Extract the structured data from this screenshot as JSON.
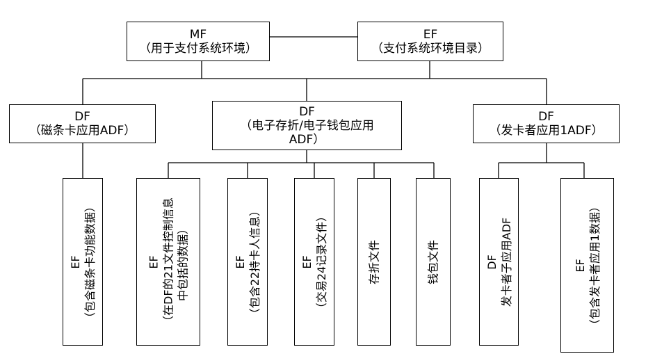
{
  "top": {
    "mf": {
      "line1": "MF",
      "line2": "（用于支付系统环境）"
    },
    "ef": {
      "line1": "EF",
      "line2": "（支付系统环境目录）"
    }
  },
  "mid": {
    "df_left": {
      "line1": "DF",
      "line2": "（磁条卡应用ADF）"
    },
    "df_center": {
      "line1": "DF",
      "line2": "（电子存折/电子钱包应用",
      "line3": "ADF）"
    },
    "df_right": {
      "line1": "DF",
      "line2": "（发卡者应用1ADF）"
    }
  },
  "leaves": {
    "ef_magstripe": {
      "line1": "EF",
      "line2": "（包含磁条卡功能数据）"
    },
    "ef_control": {
      "line1": "EF",
      "line2": "（在DF的21文件控制信息",
      "line3": "中包括的数据）"
    },
    "ef_cardholder": {
      "line1": "EF",
      "line2": "（包含22持卡人信息）"
    },
    "ef_txlog": {
      "line1": "EF",
      "line2": "（交易24记录文件）"
    },
    "passbook_file": {
      "line1": "存折文件"
    },
    "wallet_file": {
      "line1": "钱包文件"
    },
    "df_issuer_sub": {
      "line1": "DF",
      "line2": "发卡者子应用ADF"
    },
    "ef_issuer_data": {
      "line1": "EF",
      "line2": "（包含发卡者应用1数据）"
    }
  }
}
